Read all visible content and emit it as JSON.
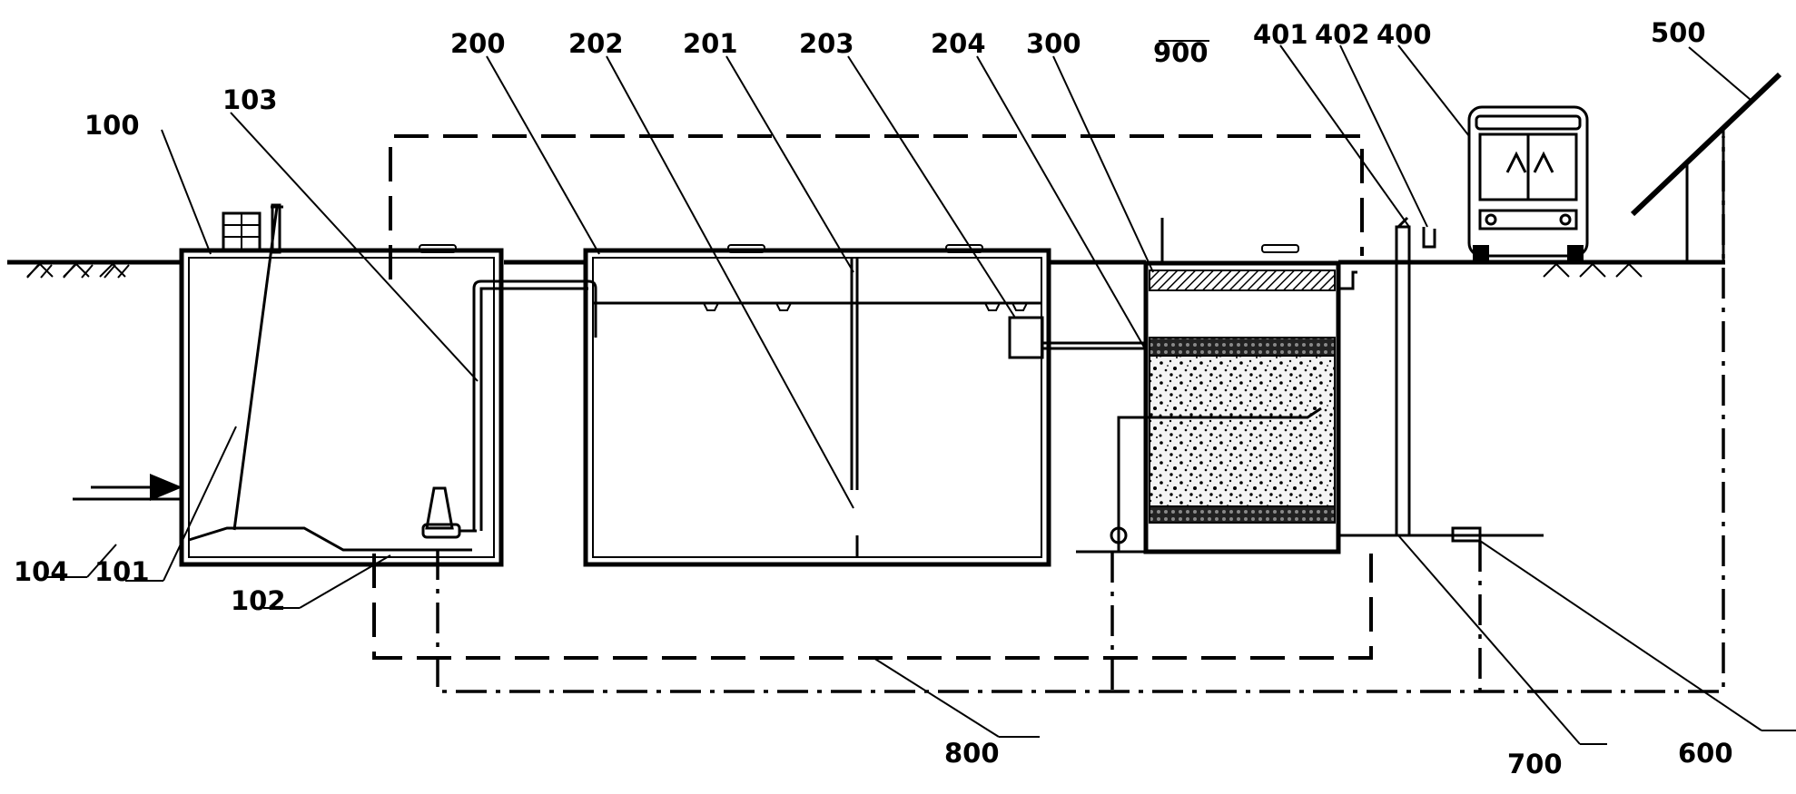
{
  "labels": {
    "l100": "100",
    "l101": "101",
    "l102": "102",
    "l103": "103",
    "l104": "104",
    "l200": "200",
    "l201": "201",
    "l202": "202",
    "l203": "203",
    "l204": "204",
    "l300": "300",
    "l400": "400",
    "l401": "401",
    "l402": "402",
    "l500": "500",
    "l600": "600",
    "l700": "700",
    "l800": "800",
    "l900": "900"
  }
}
